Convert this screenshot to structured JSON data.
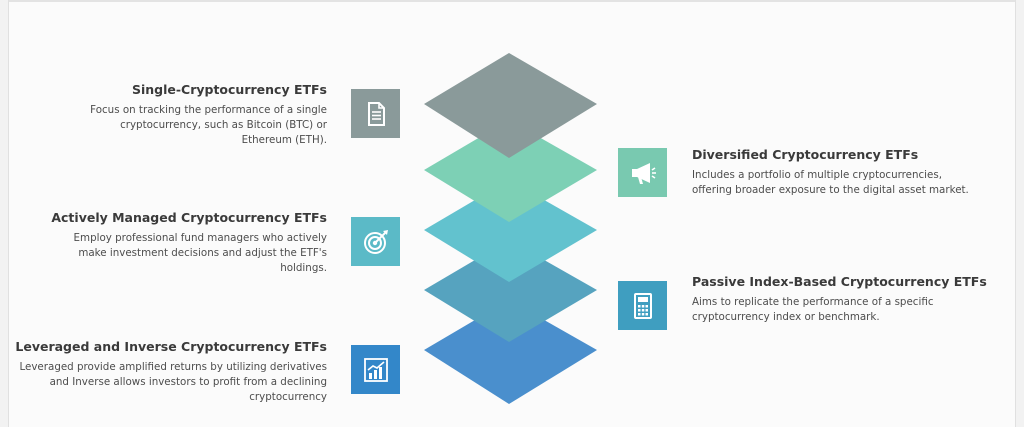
{
  "items": [
    {
      "title": "Single-Cryptocurrency ETFs",
      "desc": [
        "Focus on tracking the performance of a single",
        "cryptocurrency, such as Bitcoin (BTC) or",
        "Ethereum (ETH)."
      ],
      "icon": "document-icon",
      "color": "#8a9a9a"
    },
    {
      "title": "Diversified Cryptocurrency ETFs",
      "desc": [
        "Includes a portfolio of multiple cryptocurrencies,",
        "offering broader exposure to the digital asset market."
      ],
      "icon": "megaphone-icon",
      "color": "#79c9b0"
    },
    {
      "title": "Actively Managed Cryptocurrency ETFs",
      "desc": [
        "Employ professional fund managers who actively",
        "make investment decisions and adjust the ETF's",
        "holdings."
      ],
      "icon": "target-icon",
      "color": "#5bbac7"
    },
    {
      "title": "Passive Index-Based Cryptocurrency ETFs",
      "desc": [
        "Aims to replicate the performance of a specific",
        "cryptocurrency index or benchmark."
      ],
      "icon": "calculator-icon",
      "color": "#3f9ec0"
    },
    {
      "title": "Leveraged and Inverse Cryptocurrency ETFs",
      "desc": [
        "Leveraged provide amplified returns by utilizing derivatives",
        "and Inverse allows investors to profit from a declining",
        "cryptocurrency"
      ],
      "icon": "bar-chart-icon",
      "color": "#3387c9"
    }
  ],
  "colors": {
    "layer1": "#8a9a9a",
    "layer2": "#7dd0b5",
    "layer3": "#62c2ce",
    "layer4": "#56a3bf",
    "layer5": "#4a8fcd"
  }
}
